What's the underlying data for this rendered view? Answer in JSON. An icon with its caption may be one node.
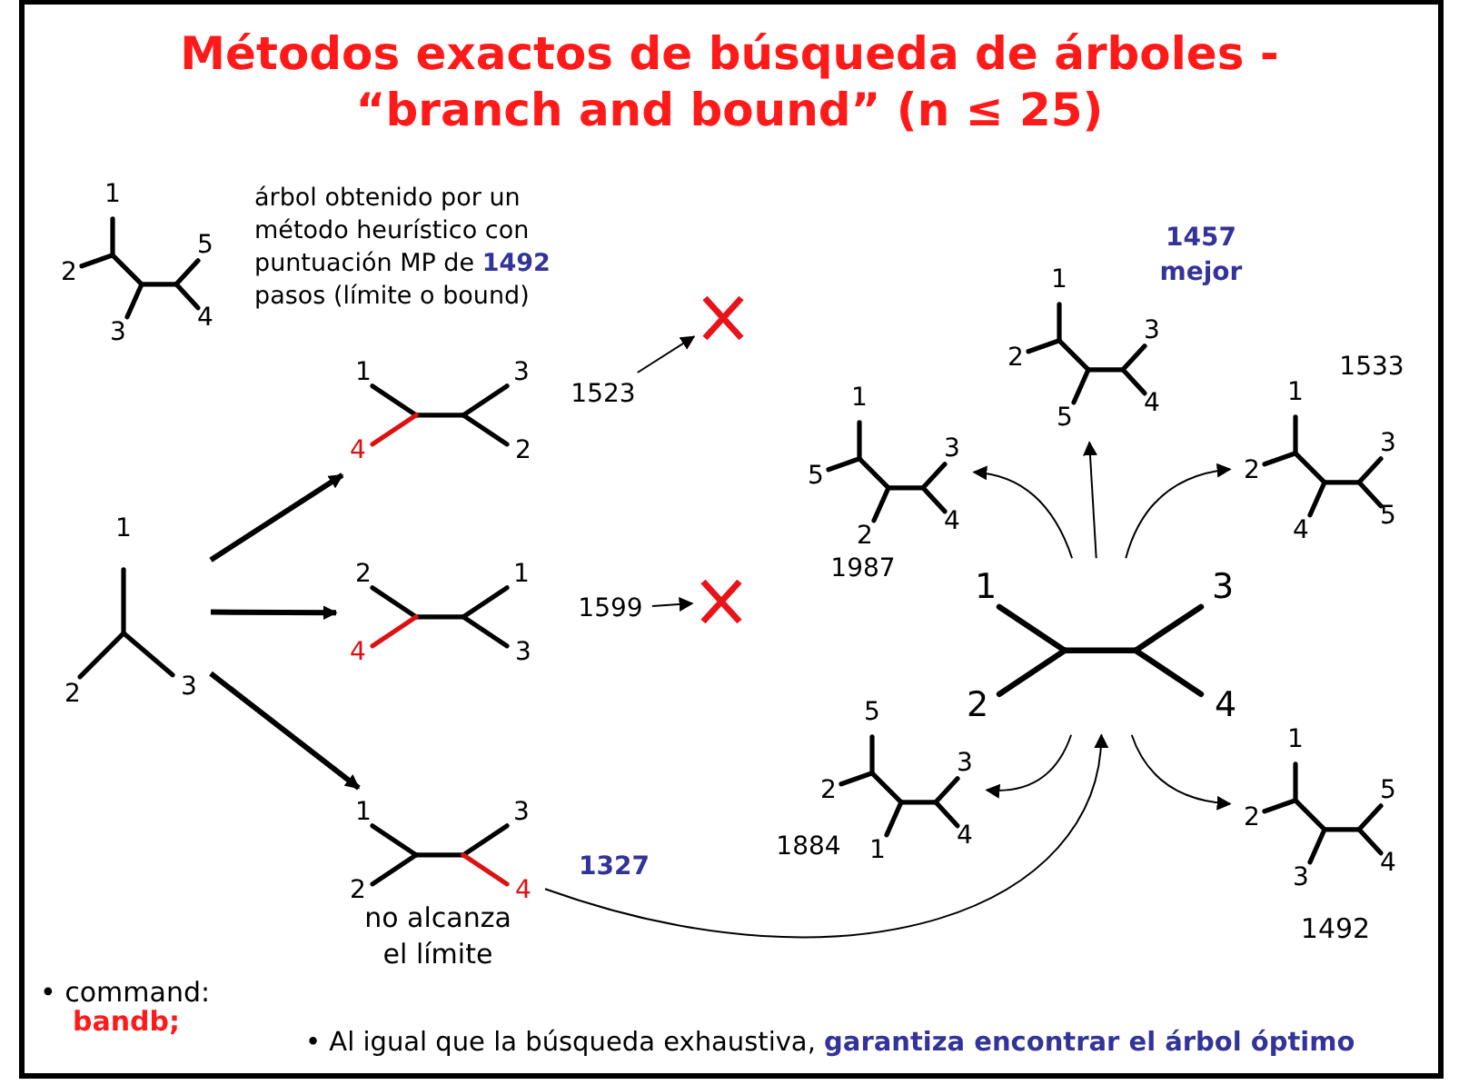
{
  "diagram": {
    "title": "Métodos exactos de búsqueda de árboles - “branch and bound” (n ≤ 25)",
    "nodes": [
      {
        "text": [
          "1",
          "2",
          "3",
          "5",
          "4"
        ],
        "beside": [
          "árbol obtenido por un método heurístico con puntuación MP de **1492** pasos (límite o bound)"
        ]
      },
      {
        "text": [
          "1",
          "2",
          "3"
        ]
      },
      {
        "text": [
          "1",
          "4",
          "3",
          "2"
        ]
      },
      {
        "text": [
          "1523"
        ]
      },
      {
        "text": [],
        "shape": "cross"
      },
      {
        "text": [
          "2",
          "4",
          "1",
          "3"
        ]
      },
      {
        "text": [
          "1599"
        ]
      },
      {
        "text": [],
        "shape": "cross"
      },
      {
        "text": [
          "1",
          "2",
          "3",
          "4"
        ],
        "beside": [
          "1327",
          "no alcanza el límite"
        ]
      },
      {
        "text": [
          "1",
          "2",
          "3",
          "4"
        ]
      },
      {
        "text": [
          "1",
          "2",
          "5",
          "3",
          "4"
        ],
        "beside": [
          "1457",
          "mejor"
        ]
      },
      {
        "text": [
          "1",
          "5",
          "2",
          "3",
          "4"
        ],
        "beside": [
          "1987"
        ]
      },
      {
        "text": [
          "1",
          "2",
          "4",
          "3",
          "5"
        ],
        "beside": [
          "1533"
        ]
      },
      {
        "text": [
          "5",
          "2",
          "1",
          "3",
          "4"
        ],
        "beside": [
          "1884"
        ]
      },
      {
        "text": [
          "1",
          "2",
          "3",
          "5",
          "4"
        ],
        "beside": [
          "1492"
        ]
      }
    ],
    "edges": [
      {
        "from": 1,
        "to": 2,
        "arrow": "to",
        "style": "thick"
      },
      {
        "from": 1,
        "to": 5,
        "arrow": "to",
        "style": "thick"
      },
      {
        "from": 1,
        "to": 8,
        "arrow": "to",
        "style": "thick"
      },
      {
        "from": 3,
        "to": 4,
        "arrow": "to"
      },
      {
        "from": 6,
        "to": 7,
        "arrow": "to"
      },
      {
        "from": 8,
        "to": 9,
        "arrow": "to"
      },
      {
        "from": 9,
        "to": 11,
        "arrow": "to"
      },
      {
        "from": 9,
        "to": 10,
        "arrow": "to"
      },
      {
        "from": 9,
        "to": 12,
        "arrow": "to"
      },
      {
        "from": 9,
        "to": 13,
        "arrow": "to"
      },
      {
        "from": 9,
        "to": 14,
        "arrow": "to"
      }
    ],
    "labels": [
      "• command:",
      "bandb;",
      "• Al igual que la búsqueda exhaustiva, **garantiza encontrar el árbol óptimo**"
    ]
  }
}
